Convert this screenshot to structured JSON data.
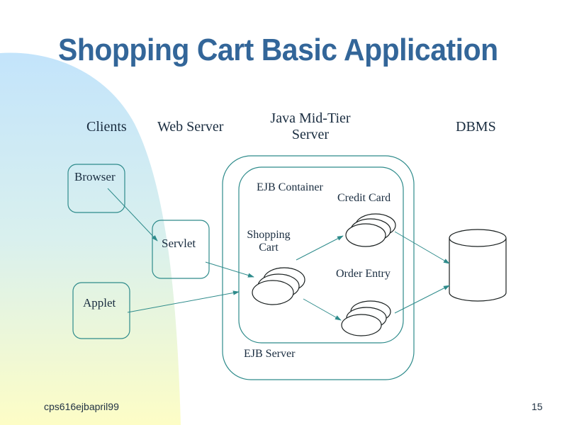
{
  "slide": {
    "title": "Shopping Cart Basic Application",
    "footer_left": "cps616ejbapril99",
    "page_number": "15"
  },
  "diagram": {
    "column_headers": {
      "clients": "Clients",
      "web_server": "Web Server",
      "mid_tier": "Java Mid-Tier\nServer",
      "dbms": "DBMS"
    },
    "nodes": {
      "browser": "Browser",
      "applet": "Applet",
      "servlet": "Servlet",
      "ejb_container": "EJB Container",
      "ejb_server": "EJB Server",
      "shopping_cart": "Shopping\nCart",
      "credit_card": "Credit Card",
      "order_entry": "Order Entry"
    },
    "colors": {
      "outline": "#2e8b8b",
      "title": "#336699",
      "gradient_top": "#c6e6fb",
      "gradient_bottom": "#fdfdc8"
    }
  }
}
